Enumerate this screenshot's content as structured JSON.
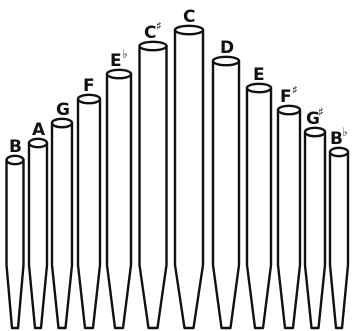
{
  "pipes": [
    {
      "note": "B",
      "accidental": ""
    },
    {
      "note": "A",
      "accidental": ""
    },
    {
      "note": "G",
      "accidental": ""
    },
    {
      "note": "F",
      "accidental": ""
    },
    {
      "note": "E",
      "accidental": "♭"
    },
    {
      "note": "C",
      "accidental": "♯"
    },
    {
      "note": "C",
      "accidental": ""
    },
    {
      "note": "D",
      "accidental": ""
    },
    {
      "note": "E",
      "accidental": ""
    },
    {
      "note": "F",
      "accidental": "♯"
    },
    {
      "note": "G",
      "accidental": "♯"
    },
    {
      "note": "B",
      "accidental": "♭"
    }
  ],
  "colors": {
    "stroke": "#111111",
    "fill": "#ffffff"
  }
}
